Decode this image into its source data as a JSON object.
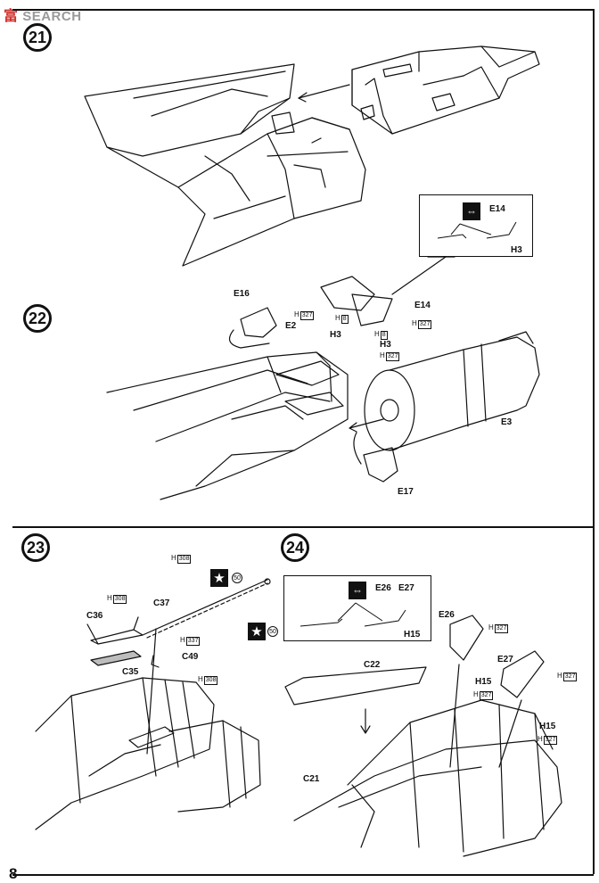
{
  "watermark": {
    "cn": "富",
    "text": "SEARCH"
  },
  "page_number": "8",
  "steps": {
    "s21": "21",
    "s22": "22",
    "s23": "23",
    "s24": "24"
  },
  "step22": {
    "E16": "E16",
    "E2": "E2",
    "E14": "E14",
    "E3": "E3",
    "E17": "E17",
    "H3a": "H3",
    "H3b": "H3",
    "H": "H",
    "box327": "327",
    "box8": "8",
    "detail": {
      "E14": "E14",
      "H3": "H3",
      "icon": "⇔"
    }
  },
  "step23": {
    "H": "H",
    "box308": "308",
    "box337": "337",
    "C36": "C36",
    "C37": "C37",
    "C35": "C35",
    "C49": "C49",
    "decal": "50",
    "star": "★"
  },
  "step24": {
    "E26": "E26",
    "E27": "E27",
    "H15": "H15",
    "C22": "C22",
    "C21": "C21",
    "H": "H",
    "box327": "327",
    "detail": {
      "E26": "E26",
      "E27": "E27",
      "H15": "H15",
      "icon": "⇔"
    }
  }
}
